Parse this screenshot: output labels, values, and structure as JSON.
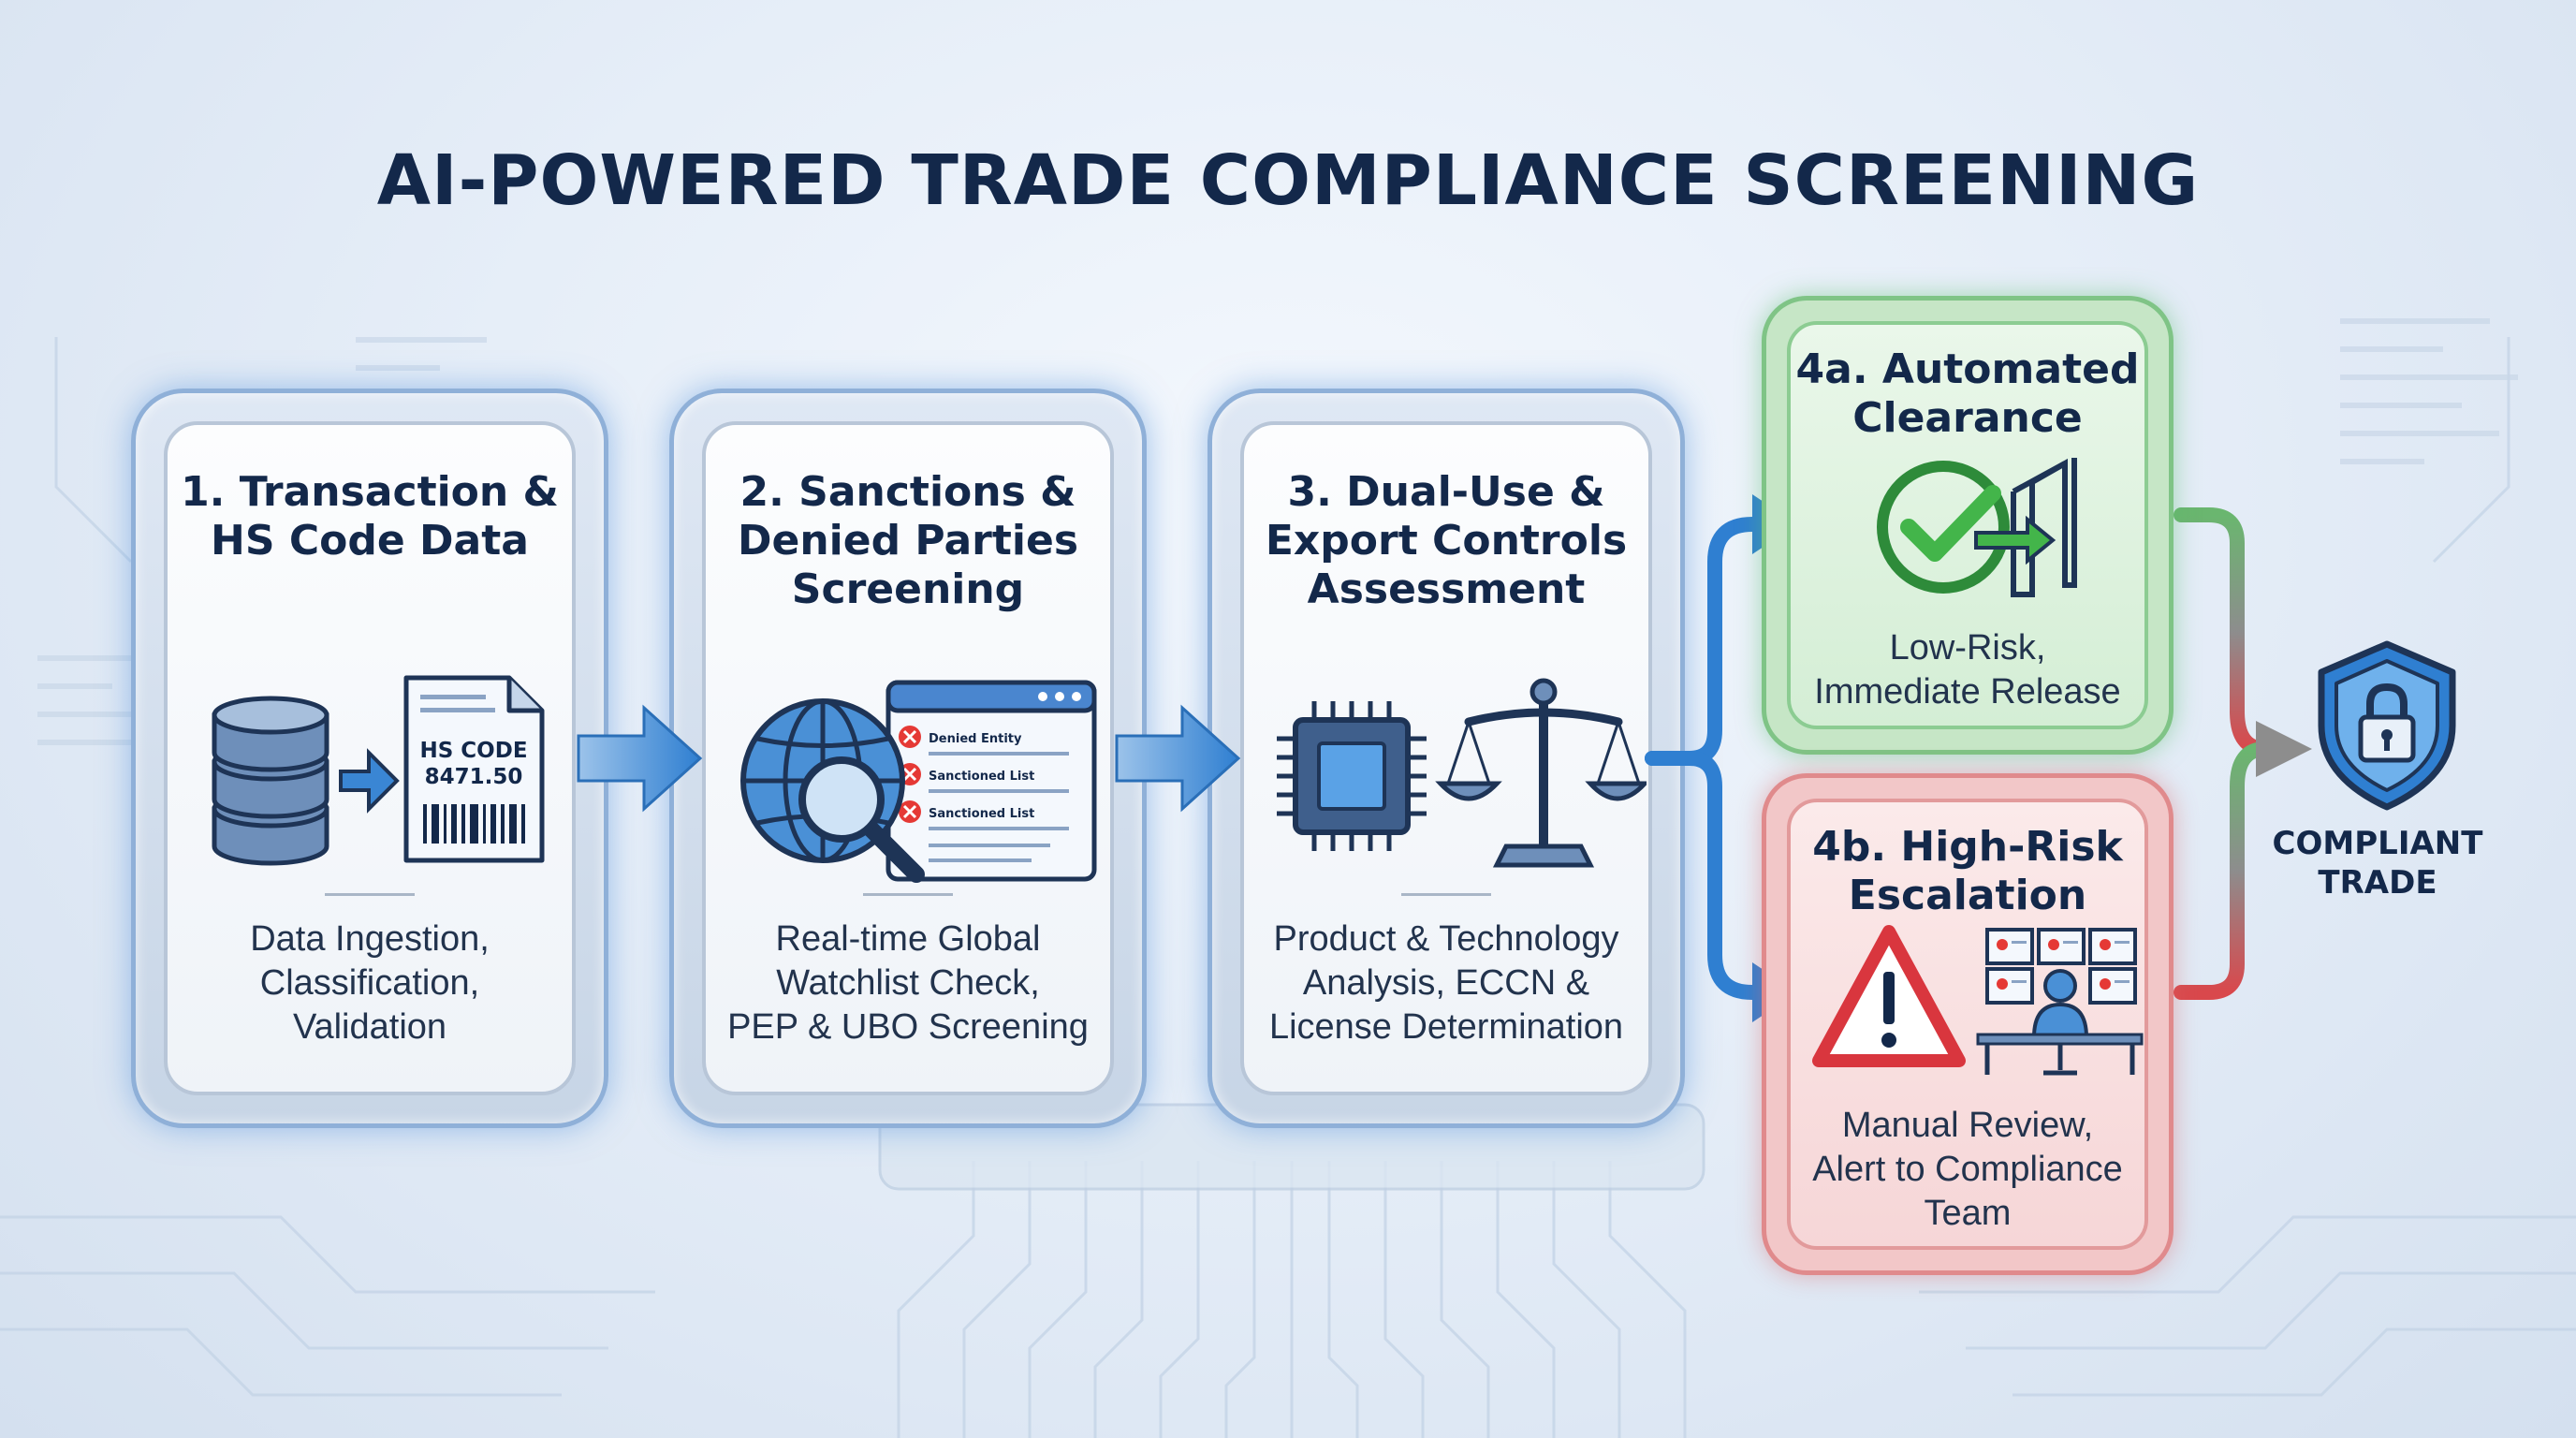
{
  "title": "AI-POWERED TRADE COMPLIANCE SCREENING",
  "steps": [
    {
      "title_lines": [
        "1. Transaction &",
        "HS Code Data"
      ],
      "doc_lines": [
        "HS CODE",
        "8471.50"
      ],
      "desc_lines": [
        "Data Ingestion,",
        "Classification,",
        "Validation"
      ]
    },
    {
      "title_lines": [
        "2. Sanctions &",
        "Denied Parties",
        "Screening"
      ],
      "list_items": [
        "Denied Entity",
        "Sanctioned List",
        "Sanctioned List"
      ],
      "desc_lines": [
        "Real-time Global",
        "Watchlist Check,",
        "PEP & UBO Screening"
      ]
    },
    {
      "title_lines": [
        "3. Dual-Use &",
        "Export Controls",
        "Assessment"
      ],
      "desc_lines": [
        "Product & Technology",
        "Analysis, ECCN &",
        "License Determination"
      ]
    }
  ],
  "branch_a": {
    "title_lines": [
      "4a. Automated",
      "Clearance"
    ],
    "desc_lines": [
      "Low-Risk,",
      "Immediate Release"
    ],
    "color": "#4caf50"
  },
  "branch_b": {
    "title_lines": [
      "4b. High-Risk",
      "Escalation"
    ],
    "desc_lines": [
      "Manual Review,",
      "Alert to Compliance",
      "Team"
    ],
    "color": "#e53935"
  },
  "outcome": {
    "label_lines": [
      "COMPLIANT",
      "TRADE"
    ],
    "icon": "shield-lock-icon"
  },
  "colors": {
    "accent_blue": "#2f7fd1",
    "title_navy": "#13284a",
    "green": "#4caf50",
    "red": "#d9363e"
  }
}
